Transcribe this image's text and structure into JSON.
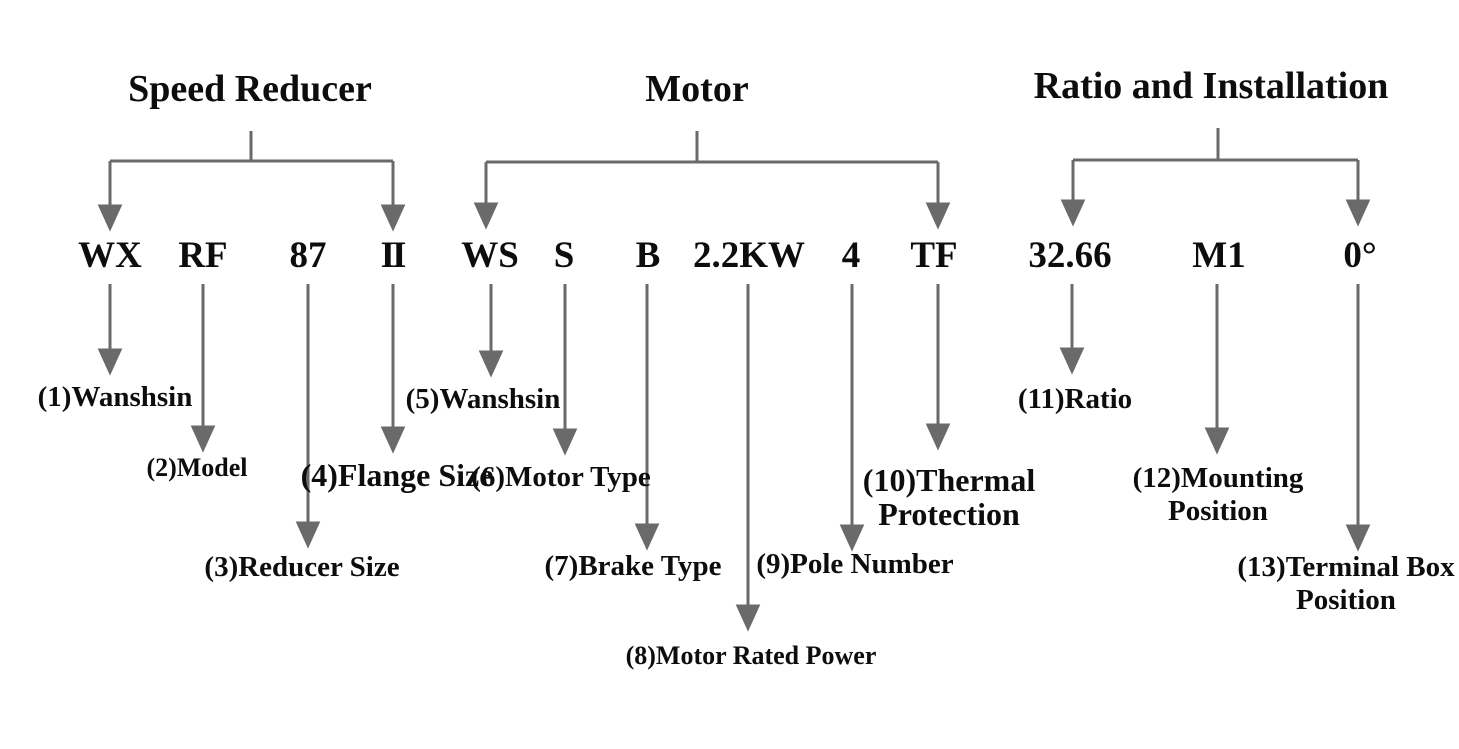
{
  "diagram": {
    "colors": {
      "text": "#0d0d0d",
      "line": "#6a6a6a"
    },
    "groups": [
      {
        "name": "Speed Reducer",
        "codes": [
          {
            "code": "WX",
            "label_lines": [
              "(1)Wanshsin"
            ]
          },
          {
            "code": "RF",
            "label_lines": [
              "(2)Model"
            ]
          },
          {
            "code": "87",
            "label_lines": [
              "(3)Reducer Size"
            ]
          },
          {
            "code": "II",
            "label_lines": [
              "(4)Flange Size"
            ]
          }
        ]
      },
      {
        "name": "Motor",
        "codes": [
          {
            "code": "WS",
            "label_lines": [
              "(5)Wanshsin"
            ]
          },
          {
            "code": "S",
            "label_lines": [
              "(6)Motor Type"
            ]
          },
          {
            "code": "B",
            "label_lines": [
              "(7)Brake Type"
            ]
          },
          {
            "code": "2.2KW",
            "label_lines": [
              "(8)Motor Rated Power"
            ]
          },
          {
            "code": "4",
            "label_lines": [
              "(9)Pole Number"
            ]
          },
          {
            "code": "TF",
            "label_lines": [
              "(10)Thermal",
              "Protection"
            ]
          }
        ]
      },
      {
        "name": "Ratio and Installation",
        "codes": [
          {
            "code": "32.66",
            "label_lines": [
              "(11)Ratio"
            ]
          },
          {
            "code": "M1",
            "label_lines": [
              "(12)Mounting",
              "Position"
            ]
          },
          {
            "code": "0°",
            "label_lines": [
              "(13)Terminal Box",
              "Position"
            ]
          }
        ]
      }
    ]
  }
}
